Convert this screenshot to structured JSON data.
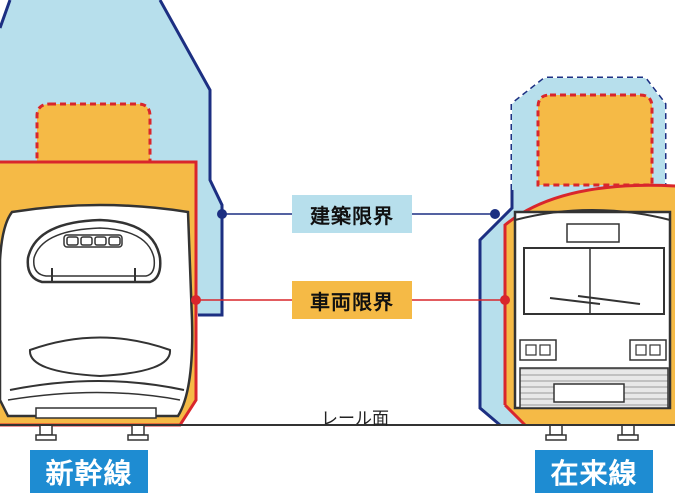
{
  "labels": {
    "structure_gauge": "建築限界",
    "vehicle_gauge": "車両限界",
    "rail_surface": "レール面",
    "shinkansen": "新幹線",
    "zairai": "在来線"
  },
  "colors": {
    "structure_fill": "#b7dfec",
    "structure_line": "#1c2f82",
    "vehicle_fill": "#f5ba46",
    "vehicle_line": "#d9262c",
    "line_name_bg": "#1e8cd2"
  }
}
